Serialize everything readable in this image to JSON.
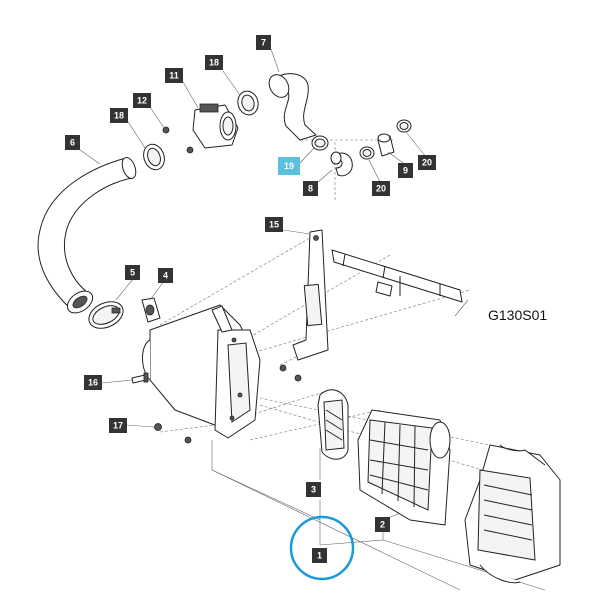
{
  "diagram_code": "G130S01",
  "highlight_color": "#5bc0de",
  "highlighted_callout": "19",
  "callouts": [
    {
      "id": "c7",
      "label": "7"
    },
    {
      "id": "c18a",
      "label": "18"
    },
    {
      "id": "c11",
      "label": "11"
    },
    {
      "id": "c12",
      "label": "12"
    },
    {
      "id": "c18b",
      "label": "18"
    },
    {
      "id": "c6",
      "label": "6"
    },
    {
      "id": "c19",
      "label": "19"
    },
    {
      "id": "c8",
      "label": "8"
    },
    {
      "id": "c20a",
      "label": "20"
    },
    {
      "id": "c9",
      "label": "9"
    },
    {
      "id": "c20b",
      "label": "20"
    },
    {
      "id": "c15",
      "label": "15"
    },
    {
      "id": "c5",
      "label": "5"
    },
    {
      "id": "c4",
      "label": "4"
    },
    {
      "id": "c16",
      "label": "16"
    },
    {
      "id": "c17",
      "label": "17"
    },
    {
      "id": "c3",
      "label": "3"
    },
    {
      "id": "c2",
      "label": "2"
    },
    {
      "id": "c1",
      "label": "1"
    }
  ]
}
